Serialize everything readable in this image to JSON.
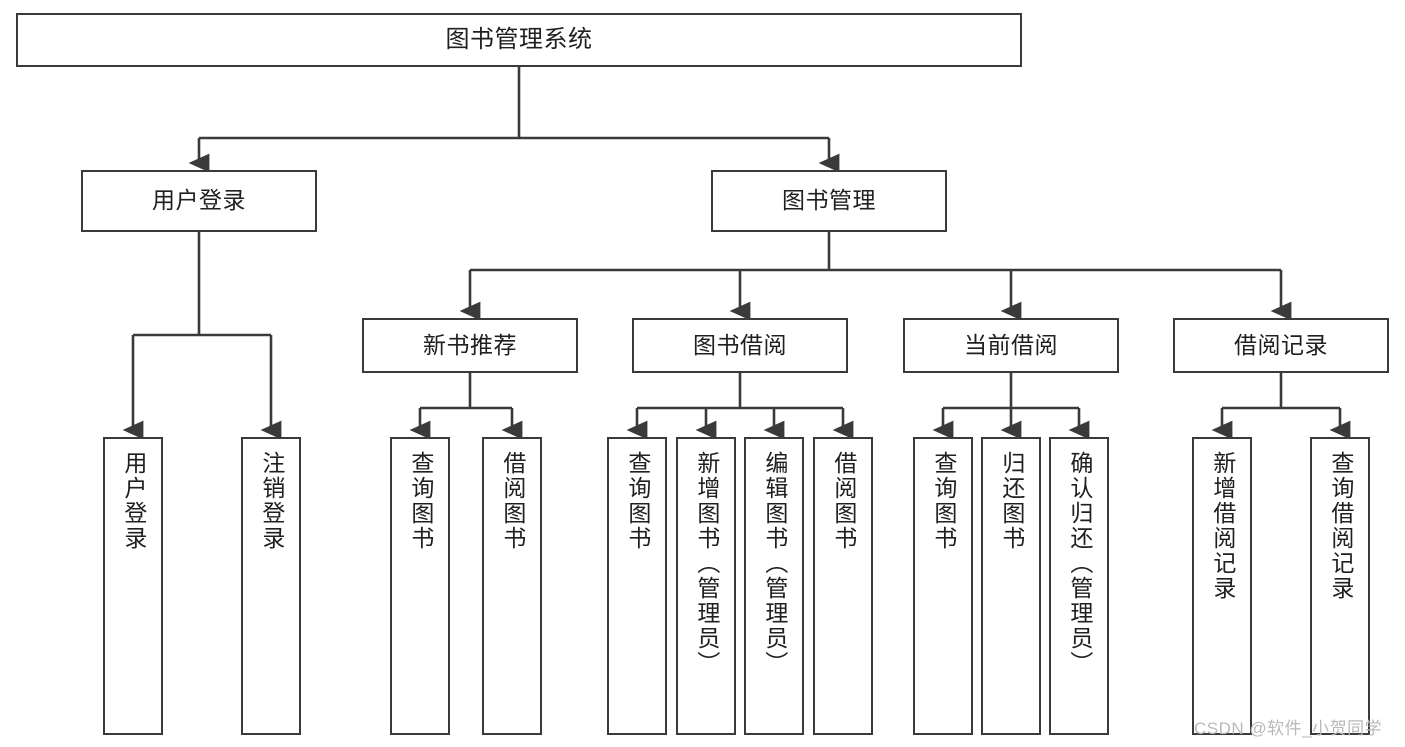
{
  "diagram": {
    "title": "图书管理系统",
    "type": "tree-hierarchy-chart",
    "watermark": "CSDN @软件_小贺同学",
    "colors": {
      "stroke": "#3a3a3a",
      "node_fill": "#ffffff",
      "text": "#202020",
      "background": "#ffffff",
      "watermark": "#b9b9b9"
    },
    "nodes": {
      "root": {
        "label": "图书管理系统"
      },
      "level2": [
        {
          "label": "用户登录"
        },
        {
          "label": "图书管理"
        }
      ],
      "level3": [
        {
          "label": "新书推荐"
        },
        {
          "label": "图书借阅"
        },
        {
          "label": "当前借阅"
        },
        {
          "label": "借阅记录"
        }
      ],
      "leaves": {
        "user_login": [
          {
            "label": "用户登录"
          },
          {
            "label": "注销登录"
          }
        ],
        "new_book_recommend": [
          {
            "label": "查询图书"
          },
          {
            "label": "借阅图书"
          }
        ],
        "book_borrow": [
          {
            "label": "查询图书"
          },
          {
            "label": "新增图书（管理员）"
          },
          {
            "label": "编辑图书（管理员）"
          },
          {
            "label": "借阅图书"
          }
        ],
        "current_borrow": [
          {
            "label": "查询图书"
          },
          {
            "label": "归还图书"
          },
          {
            "label": "确认归还（管理员）"
          }
        ],
        "borrow_record": [
          {
            "label": "新增借阅记录"
          },
          {
            "label": "查询借阅记录"
          }
        ]
      }
    }
  }
}
